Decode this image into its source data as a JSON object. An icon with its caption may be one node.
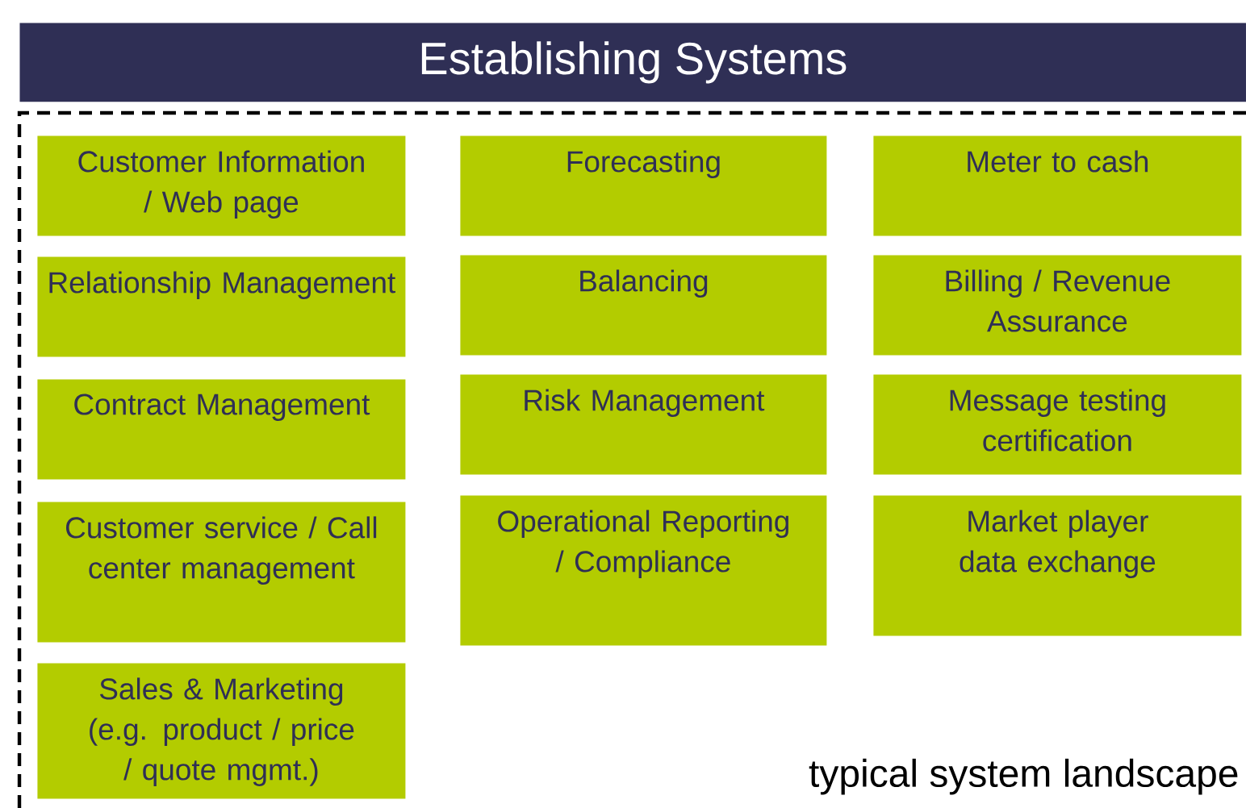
{
  "diagram": {
    "title": "Establishing Systems",
    "nodes": [
      {
        "text": [
          "typical system landscape"
        ]
      },
      {
        "text": [
          "Customer Information / Web page"
        ],
        "in": 0
      },
      {
        "text": [
          "Relationship Management"
        ],
        "in": 0
      },
      {
        "text": [
          "Contract Management"
        ],
        "in": 0
      },
      {
        "text": [
          "Customer service / Call center management"
        ],
        "in": 0
      },
      {
        "text": [
          "Sales & Marketing (e.g. product / price / quote mgmt.)"
        ],
        "in": 0
      },
      {
        "text": [
          "Forecasting"
        ],
        "in": 0
      },
      {
        "text": [
          "Balancing"
        ],
        "in": 0
      },
      {
        "text": [
          "Risk Management"
        ],
        "in": 0
      },
      {
        "text": [
          "Operational Reporting / Compliance"
        ],
        "in": 0
      },
      {
        "text": [
          "Meter to cash"
        ],
        "in": 0
      },
      {
        "text": [
          "Billing / Revenue Assurance"
        ],
        "in": 0
      },
      {
        "text": [
          "Message testing certification"
        ],
        "in": 0
      },
      {
        "text": [
          "Market player data exchange"
        ],
        "in": 0
      }
    ]
  }
}
